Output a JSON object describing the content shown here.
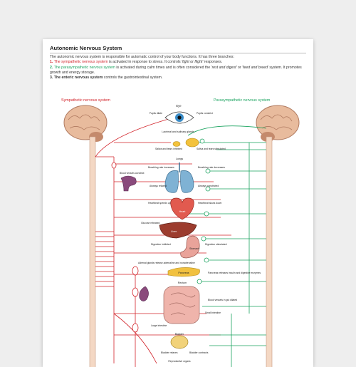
{
  "doc": {
    "title": "Autonomic Nervous System",
    "intro": "The autonomic nervous system is responsible for automatic control of your body functions. It has three branches:",
    "branches": [
      {
        "num": "1.",
        "name": "The sympathetic nervous system",
        "text": " is activated in response to stress. It controls ",
        "em1": "'fight or flight'",
        "tail": " responses."
      },
      {
        "num": "2.",
        "name": "The parasympathetic nervous system",
        "text": " is activated during calm times and is often considered the ",
        "em1": "'rest and digest'",
        "mid": " or ",
        "em2": "'feed and breed'",
        "tail": " system. It promotes growth and energy storage."
      },
      {
        "num": "3.",
        "name": "The enteric nervous system",
        "tail": " controls the gastrointestinal system."
      }
    ],
    "headers": {
      "sympathetic": "Sympathetic nervous system",
      "parasympathetic": "Parasympathetic nervous system"
    }
  },
  "colors": {
    "sympathetic": "#d2232a",
    "parasympathetic": "#1aa35f",
    "brain": "#e6b89a"
  },
  "organs": {
    "eye": "Eye",
    "lacrimal": "Lacrimal and salivary glands",
    "lungs": "Lungs",
    "heart": "Heart",
    "liver": "Liver",
    "stomach": "Stomach",
    "pancreas": "Pancreas",
    "rectum": "Rectum",
    "small_intestine": "Small intestine",
    "large_intestine": "Large intestine",
    "bladder": "Bladder",
    "reproductive": "Reproductive organs"
  },
  "sympathetic_effects": {
    "pupils": "Pupils dilate",
    "saliva": "Saliva and tears inhibited",
    "blood_vessels": "Blood vessels constrict",
    "breathing": "Breathing rate increases",
    "airways": "Airways relaxed",
    "heartbeat": "Heartbeat speeds up",
    "glucose": "Glucose released",
    "digestion": "Digestion inhibited",
    "adrenal": "Adrenal glands release adrenaline and noradrenaline",
    "bladder": "Bladder relaxes"
  },
  "parasympathetic_effects": {
    "pupils": "Pupils constrict",
    "saliva": "Saliva and tears stimulated",
    "breathing": "Breathing rate decreases",
    "airways": "Airways constricted",
    "heartbeat": "Heartbeat slows down",
    "digestion": "Digestion stimulated",
    "pancreas": "Pancreas releases insulin and digestive enzymes",
    "blood_vessels": "Blood vessels in gut dilated",
    "bladder": "Bladder contracts"
  }
}
